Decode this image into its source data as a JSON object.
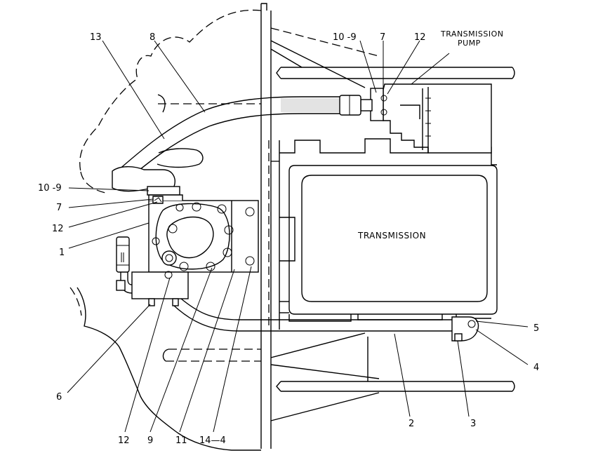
{
  "diagram": {
    "labels": {
      "transmission_pump": [
        "TRANSMISSION",
        "PUMP"
      ],
      "transmission": "TRANSMISSION"
    },
    "callouts": {
      "c13": "13",
      "c8": "8",
      "c10_9_top": "10 -9",
      "c7_top": "7",
      "c12_top": "12",
      "c10_9_left": "10 -9",
      "c7_left": "7",
      "c12_left": "12",
      "c1": "1",
      "c5": "5",
      "c4": "4",
      "c3": "3",
      "c2": "2",
      "c6": "6",
      "c12_bottom": "12",
      "c9": "9",
      "c11": "11",
      "c14_4": "14—4"
    }
  }
}
